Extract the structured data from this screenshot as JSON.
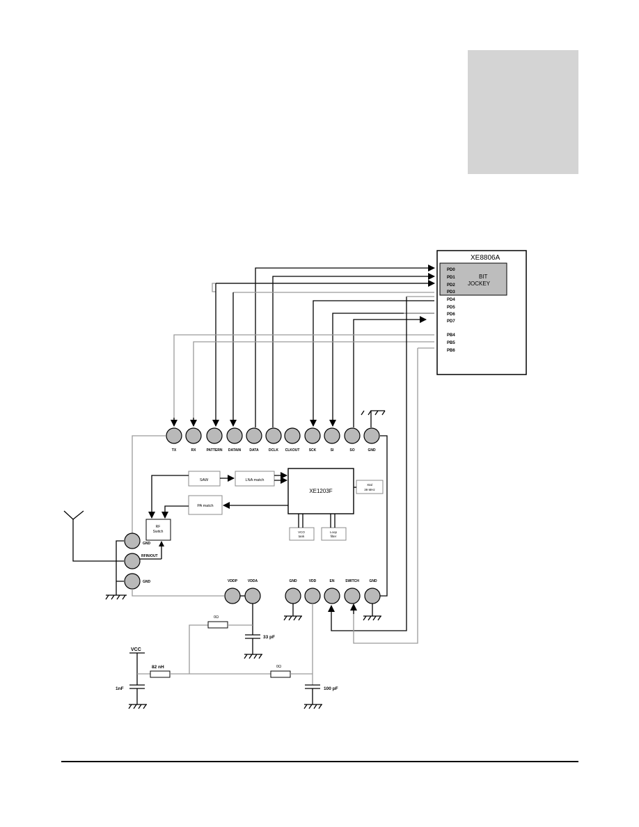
{
  "mcu": {
    "name": "XE8806A",
    "bitjockey_line1": "BIT",
    "bitjockey_line2": "JOCKEY",
    "ports": [
      "PD0",
      "PD1",
      "PD2",
      "PD3",
      "PD4",
      "PD5",
      "PD6",
      "PD7",
      "PB4",
      "PB5",
      "PB6"
    ]
  },
  "top_pins": [
    "TX",
    "RX",
    "PATTERN",
    "DATAIN",
    "DATA",
    "DCLK",
    "CLKOUT",
    "SCK",
    "SI",
    "SO",
    "GND"
  ],
  "side_pins": [
    "GND",
    "RFIN/OUT",
    "GND"
  ],
  "bottom_pins": [
    "VDDP",
    "VDDA",
    "GND",
    "VDD",
    "EN",
    "SWITCH",
    "GND"
  ],
  "blocks": {
    "saw": "SAW",
    "lna_match": "LNA match",
    "pa_match": "PA match",
    "chip": "XE1203F",
    "xtal_line1": "Xtal",
    "xtal_line2": "39 MHz",
    "rf_switch_line1": "RF",
    "rf_switch_line2": "Switch",
    "vco_line1": "VCO",
    "vco_line2": "tank",
    "loop_line1": "Loop",
    "loop_line2": "filter"
  },
  "passives": {
    "vcc": "VCC",
    "r_top": "0Ω",
    "r_bottom": "0Ω",
    "cap_33": "33 pF",
    "ind_82": "82 nH",
    "cap_1n": "1nF",
    "cap_100": "100 pF"
  }
}
